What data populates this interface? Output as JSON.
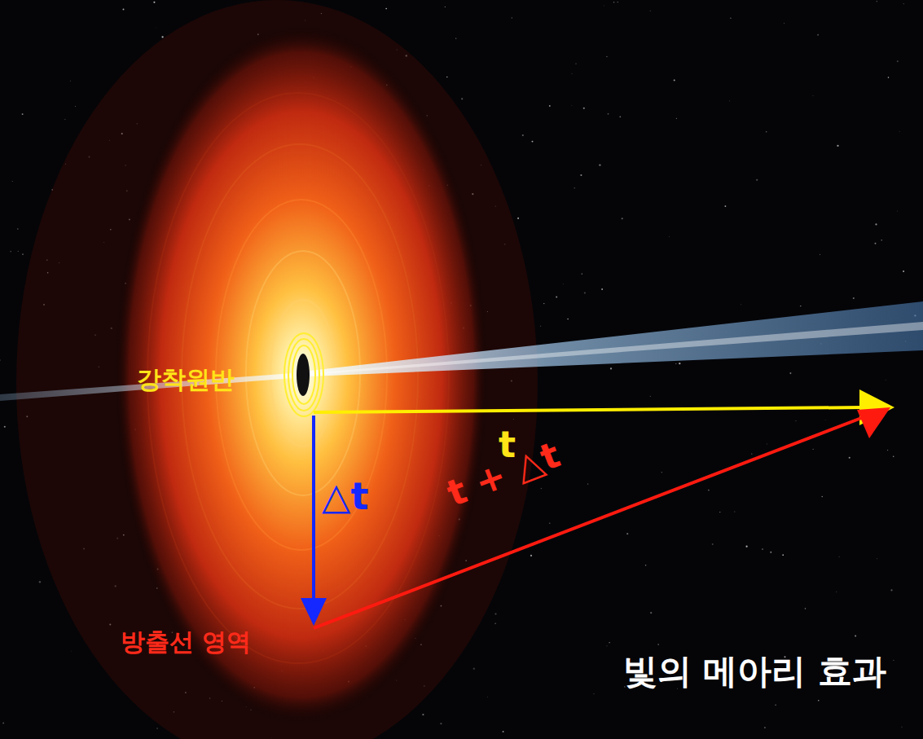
{
  "diagram": {
    "caption": "빛의 메아리 효과",
    "nodes": [
      {
        "text": [
          "강착원반"
        ]
      },
      {
        "text": [
          "방출선 영역"
        ]
      }
    ],
    "edges": [
      {
        "from": 0,
        "to": 1,
        "label": "△t",
        "arrow": "to"
      }
    ],
    "labels": [
      "t",
      "t + △t"
    ]
  }
}
